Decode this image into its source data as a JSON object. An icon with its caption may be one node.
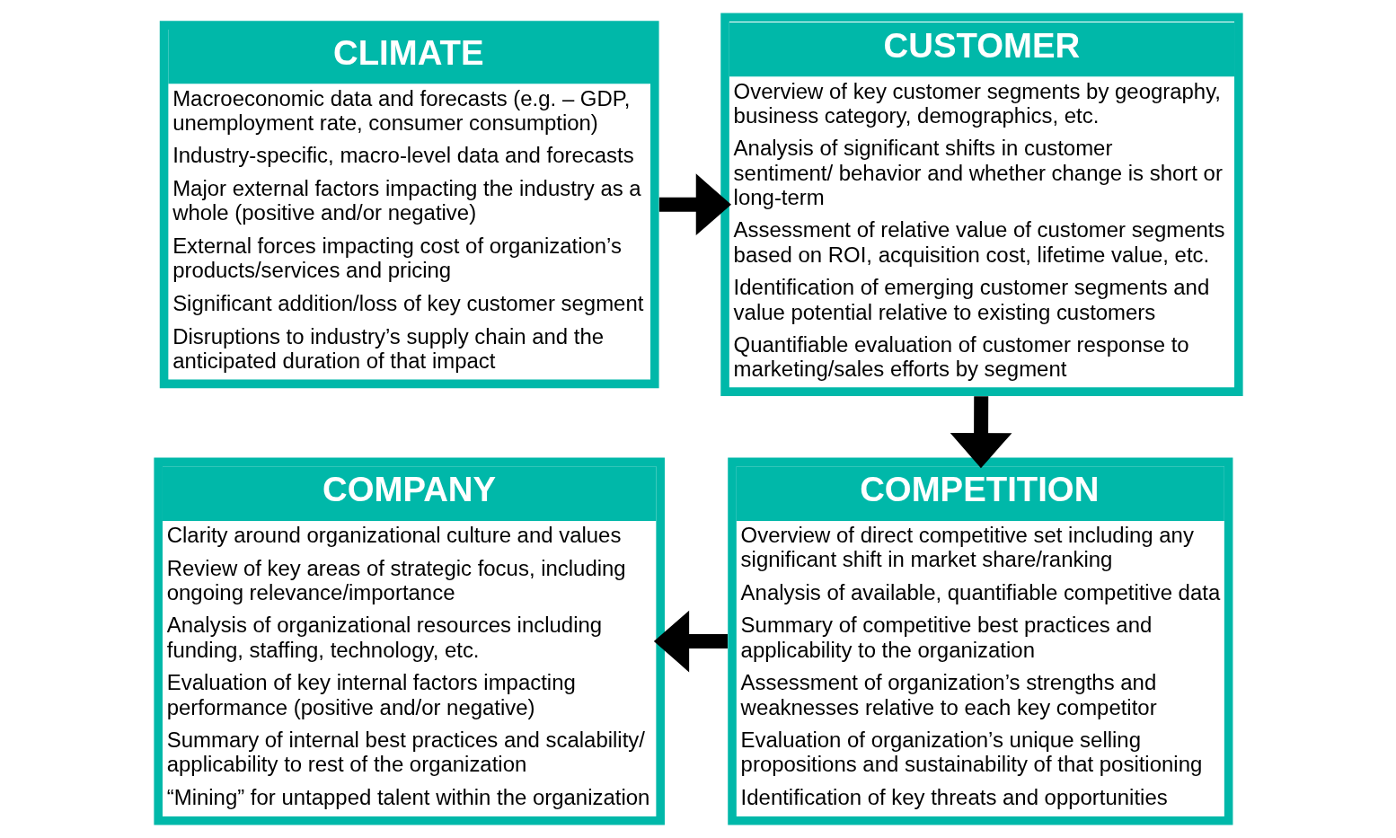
{
  "diagram": {
    "nodes": [
      {
        "text": [
          "CLIMATE",
          "Macroeconomic data and forecasts (e.g. – GDP, unemployment rate, consumer consumption)",
          "Industry-specific, macro-level data and forecasts",
          "Major external factors impacting the industry as a whole (positive and/or negative)",
          "External forces impacting cost of organization’s products/services and pricing",
          "Significant addition/loss of key customer segment",
          "Disruptions to industry’s supply chain and the anticipated duration of that impact"
        ]
      },
      {
        "text": [
          "CUSTOMER",
          "Overview of key customer segments by geography, business category, demographics, etc.",
          "Analysis of significant shifts in customer sentiment/ behavior and whether change is short or long-term",
          "Assessment of relative value of customer segments based on ROI, acquisition cost, lifetime value, etc.",
          "Identification of emerging customer segments and value potential relative to existing customers",
          "Quantifiable evaluation of customer response to marketing/sales efforts by segment"
        ]
      },
      {
        "text": [
          "COMPANY",
          "Clarity around organizational culture and values",
          "Review of key areas of strategic focus, including ongoing relevance/importance",
          "Analysis of organizational resources including funding, staffing, technology, etc.",
          "Evaluation of key internal factors impacting performance (positive and/or negative)",
          "Summary of internal best practices and scalability/ applicability to rest of the organization",
          "“Mining” for untapped talent within the organization"
        ]
      },
      {
        "text": [
          "COMPETITION",
          "Overview of direct competitive set including any significant shift in market share/ranking",
          "Analysis of available, quantifiable competitive data",
          "Summary of competitive best practices and applicability to the organization",
          "Assessment of organization’s strengths and weaknesses relative to each key competitor",
          "Evaluation of organization’s unique selling propositions and sustainability of that positioning",
          "Identification of key threats and opportunities"
        ]
      }
    ],
    "edges": [
      {
        "from": 0,
        "to": 1,
        "arrow": "to"
      },
      {
        "from": 1,
        "to": 3,
        "arrow": "to"
      },
      {
        "from": 3,
        "to": 2,
        "arrow": "to"
      }
    ]
  }
}
